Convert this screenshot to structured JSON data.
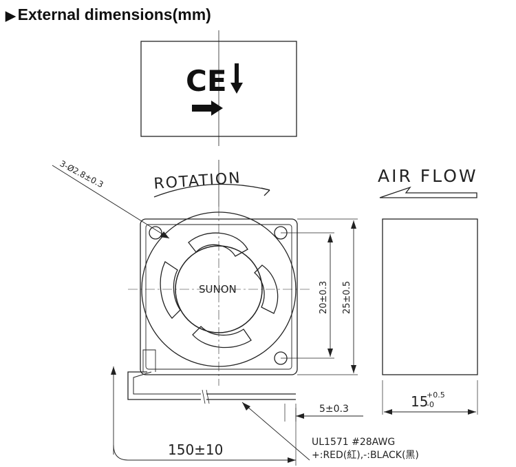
{
  "heading": {
    "marker": "▶",
    "title": "External dimensions(mm)"
  },
  "label_box": {
    "mark": "CE"
  },
  "labels": {
    "rotation": "ROTATION",
    "air_flow": "AIR FLOW",
    "brand": "SUNON",
    "hole_spec": "3-Ø2.8±0.3",
    "hole_pitch": "20±0.3",
    "frame_size": "25±0.5",
    "lead_offset": "5±0.3",
    "lead_length": "150±10",
    "depth_base": "15",
    "depth_tol_plus": "+0.5",
    "depth_tol_minus": "-0",
    "wire_spec": "UL1571  #28AWG",
    "wire_colors": "+:RED(紅),-:BLACK(黑)"
  },
  "icons": [
    "ce-mark-icon",
    "down-arrow-icon",
    "right-arrow-icon",
    "rotation-arrow-icon",
    "airflow-arrow-icon"
  ]
}
